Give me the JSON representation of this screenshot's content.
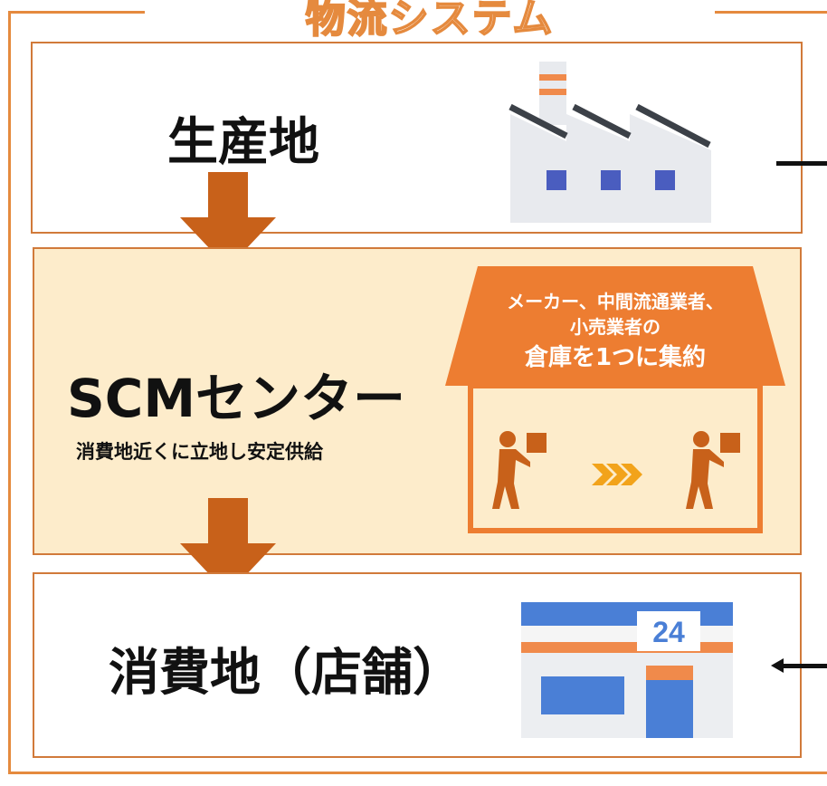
{
  "title": "物流システム",
  "production": {
    "label": "生産地"
  },
  "scm": {
    "label": "SCMセンター",
    "subtitle": "消費地近くに立地し安定供給",
    "warehouse": {
      "line1": "メーカー、中間流通業者、",
      "line2": "小売業者の",
      "line3": "倉庫を1つに集約"
    }
  },
  "consumer": {
    "label": "消費地（店舗）",
    "store_sign": "24"
  },
  "colors": {
    "frame": "#e58a3e",
    "arrow": "#c8611a",
    "scm_bg": "#fdeccb",
    "warehouse": "#ed7d31",
    "factory": "#e8eaee",
    "store_blue": "#4a7fd6"
  },
  "icons": [
    "factory-icon",
    "store-icon",
    "worker-carrying-box-icon",
    "triple-chevron-icon"
  ]
}
